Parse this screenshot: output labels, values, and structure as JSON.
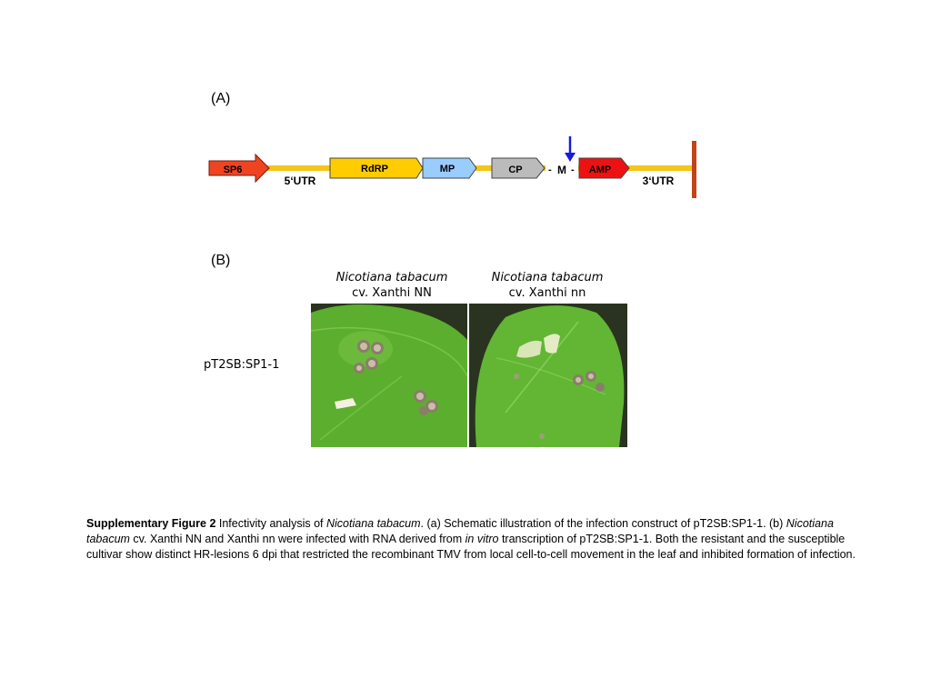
{
  "panel_a": {
    "label": "(A)",
    "genes": {
      "sp6": "SP6",
      "rdrp": "RdRP",
      "mp": "MP",
      "cp": "CP",
      "m": "M",
      "amp": "AMP"
    },
    "utr5": "5‘UTR",
    "utr3": "3‘UTR",
    "colors": {
      "backbone": "#f5c518",
      "sp6": "#ee4422",
      "rdrp": "#ffcc00",
      "mp": "#99ccff",
      "cp": "#bbbbbb",
      "amp": "#ee1111",
      "end_bar": "#c0441a",
      "arrow": "#1a1adb"
    }
  },
  "panel_b": {
    "label": "(B)",
    "columns": [
      {
        "species": "Nicotiana tabacum",
        "cultivar": "cv. Xanthi NN"
      },
      {
        "species": "Nicotiana tabacum",
        "cultivar": "cv. Xanthi nn"
      }
    ],
    "row_label": "pT2SB:SP1-1"
  },
  "caption": {
    "title": "Supplementary Figure 2",
    "t1": " Infectivity analysis of ",
    "i1": "Nicotiana tabacum",
    "t2": ". (a) Schematic illustration of the infection construct of pT2SB:SP1-1. (b) ",
    "i2": "Nicotiana tabacum",
    "t3": " cv. Xanthi NN and Xanthi nn were infected with RNA derived from ",
    "i3": "in vitro",
    "t4": " transcription of pT2SB:SP1-1. Both the resistant and the susceptible cultivar show distinct HR-lesions 6 dpi that restricted the recombinant TMV from local cell-to-cell movement in the leaf and inhibited formation of infection."
  }
}
